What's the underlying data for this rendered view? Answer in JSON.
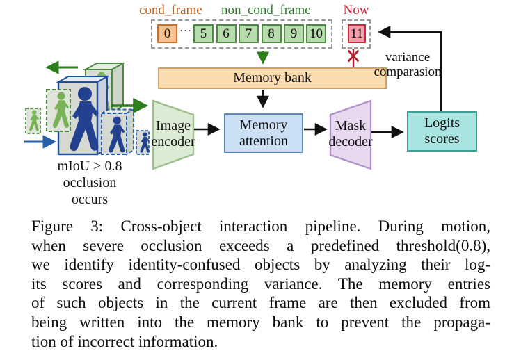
{
  "figure": {
    "timeline": {
      "cond_frame_label": "cond_frame",
      "non_cond_frame_label": "non_cond_frame",
      "now_label": "Now",
      "ellipsis": "···",
      "cond_frames": [
        "0"
      ],
      "non_cond_frames": [
        "5",
        "6",
        "7",
        "8",
        "9",
        "10"
      ],
      "now_frame": "11"
    },
    "nodes": {
      "memory_bank": "Memory bank",
      "image_encoder": [
        "Image",
        "encoder"
      ],
      "memory_attention": [
        "Memory",
        "attention"
      ],
      "mask_decoder": [
        "Mask",
        "decoder"
      ],
      "logits_scores": [
        "Logits",
        "scores"
      ]
    },
    "annotations": {
      "variance": [
        "variance",
        "comparasion"
      ],
      "occlusion": [
        "mIoU > 0.8",
        "occlusion",
        "occurs"
      ]
    },
    "colors": {
      "cond_label": "#C4601D",
      "cond_fill": "#F8C18F",
      "cond_border": "#C9702C",
      "non_cond_label": "#2B7A2B",
      "non_cond_fill": "#B7DCAE",
      "non_cond_border": "#4E8B44",
      "now_label": "#C8293B",
      "now_fill": "#F3A0AB",
      "now_border": "#C62B3A",
      "memory_bank_fill": "#FBDCB0",
      "memory_attention_fill": "#CBE0F5",
      "image_encoder_fill": "#DCEBD3",
      "mask_decoder_fill": "#E8D9F1",
      "logits_fill": "#A9E4E0",
      "arrow_green": "#2E7D1E",
      "arrow_blue": "#2A5FA8",
      "blocked_red": "#B4202E"
    }
  },
  "caption": {
    "lines": [
      "Figure 3: Cross-object interaction pipeline. During motion,",
      "when severe occlusion exceeds a predefined threshold(0.8),",
      "we identify identity-confused objects by analyzing their log-",
      "its scores and corresponding variance. The memory entries",
      "of such objects in the current frame are then excluded from",
      "being written into the memory bank to prevent the propaga-",
      "tion of incorrect information."
    ]
  }
}
